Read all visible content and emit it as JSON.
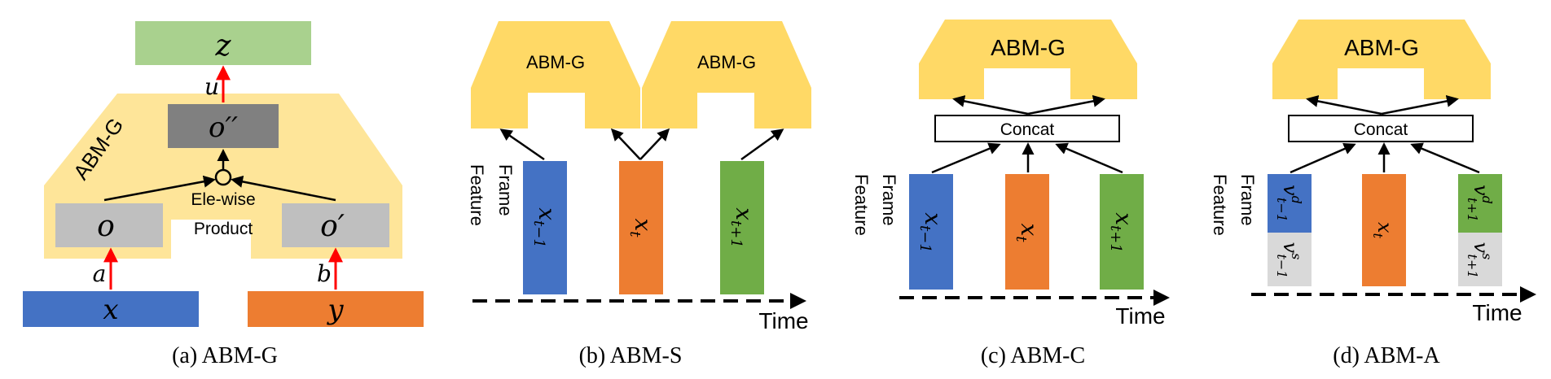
{
  "colors": {
    "yellow": "#FFD966",
    "light_yellow": "#FEE599",
    "green": "#A9D18E",
    "blue": "#4472C4",
    "orange": "#ED7D31",
    "dkgreen": "#70AD47",
    "gray": "#808080",
    "lgray": "#BFBFBF",
    "vlgray": "#D9D9D9",
    "red": "#FF0000",
    "black": "#000000"
  },
  "panel_a": {
    "caption": "(a) ABM-G",
    "trapezoid_label": "ABM-G",
    "z": "z",
    "u": "u",
    "o_dd": "o′′",
    "o": "o",
    "o_p": "o′",
    "elewise_line1": "Ele-wise",
    "elewise_line2": "Product",
    "a": "a",
    "b": "b",
    "x": "x",
    "y": "y"
  },
  "panel_b": {
    "caption": "(b) ABM-S",
    "abm_left": "ABM-G",
    "abm_right": "ABM-G",
    "frame_line1": "Frame",
    "frame_line2": "Feature",
    "bar1": "x t−1",
    "bar2": "x t",
    "bar3": "x t+1",
    "time": "Time"
  },
  "panel_c": {
    "caption": "(c) ABM-C",
    "abm": "ABM-G",
    "concat": "Concat",
    "frame_line1": "Frame",
    "frame_line2": "Feature",
    "bar1": "x t−1",
    "bar2": "x t",
    "bar3": "x t+1",
    "time": "Time"
  },
  "panel_d": {
    "caption": "(d) ABM-A",
    "abm": "ABM-G",
    "concat": "Concat",
    "frame_line1": "Frame",
    "frame_line2": "Feature",
    "bar1_top": "v d t−1",
    "bar1_bottom": "v s t−1",
    "bar2": "x t",
    "bar3_top": "v d t+1",
    "bar3_bottom": "v s t+1",
    "time": "Time"
  }
}
